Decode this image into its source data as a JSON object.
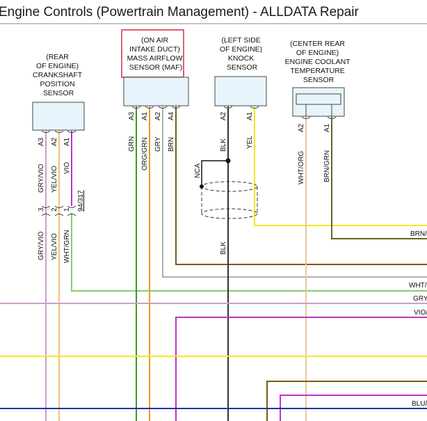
{
  "title": "Engine Controls (Powertrain Management) - ALLDATA Repair",
  "colors": {
    "grn": "#3a9a24",
    "orggrn": "#d9a21d",
    "gry": "#b0b0b0",
    "brn": "#7a5a16",
    "blk": "#333333",
    "yel": "#f0ea20",
    "whtorg": "#e8c89a",
    "brngrn": "#5e6a1e",
    "vio": "#c030d0",
    "gryvio": "#c6a2c6",
    "yelvio": "#f0c272",
    "whtgrn": "#88cc70",
    "blu": "#2030a8",
    "highlight": "#e06070"
  },
  "crank": {
    "label": [
      "(REAR",
      "OF ENGINE)",
      "CRANKSHAFT",
      "POSITION",
      "SENSOR"
    ],
    "pins": [
      "A3",
      "A2",
      "A1"
    ],
    "wires_top": [
      "GRY/VIO",
      "YEL/VIO",
      "VIO"
    ],
    "connector_pins": [
      "3",
      "2",
      "1"
    ],
    "wires_bottom": [
      "GRY/VIO",
      "YEL/VIO",
      "WHT/GRN"
    ],
    "ref": "94/317"
  },
  "maf": {
    "label": [
      "(ON AIR",
      "INTAKE DUCT)",
      "MASS AIRFLOW",
      "SENSOR (MAF)"
    ],
    "pins": [
      "A3",
      "A1",
      "A2",
      "A4"
    ],
    "wires": [
      "GRN",
      "ORG/GRN",
      "GRY",
      "BRN"
    ]
  },
  "knock": {
    "label": [
      "(LEFT SIDE",
      "OF ENGINE)",
      "KNOCK",
      "SENSOR"
    ],
    "pins": [
      "A2",
      "A1"
    ],
    "wires": [
      "BLK",
      "YEL"
    ],
    "nca": "NCA",
    "wire_bottom": "BLK"
  },
  "ect": {
    "label": [
      "(CENTER REAR",
      "OF ENGINE)",
      "ENGINE COOLANT",
      "TEMPERATURE",
      "SENSOR"
    ],
    "pins": [
      "A2",
      "A1"
    ],
    "wires": [
      "WHT/ORG",
      "BRN/GRN"
    ]
  },
  "edge_labels": [
    "BRN/",
    "WHT/",
    "GRY",
    "VIO/",
    "BLU/"
  ]
}
